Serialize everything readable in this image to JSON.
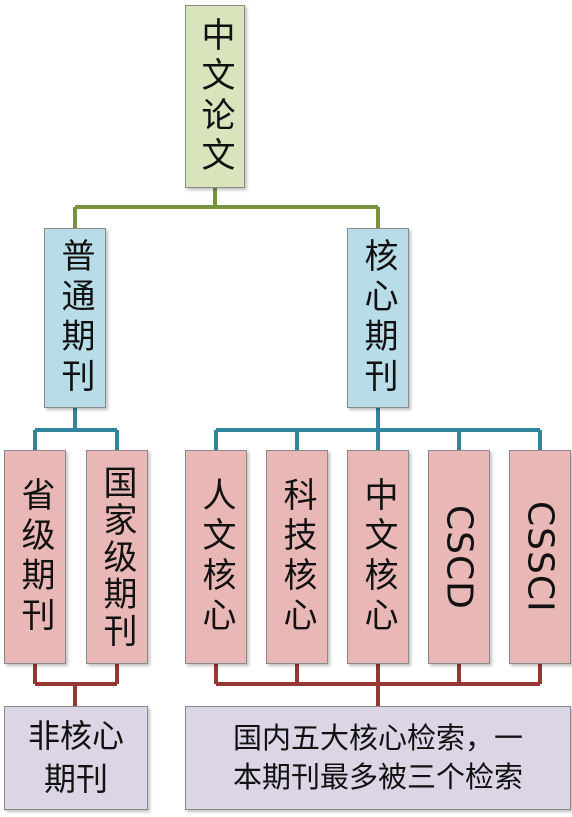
{
  "root": {
    "label": "中文论文"
  },
  "level1": {
    "ordinary": {
      "label": "普通期刊"
    },
    "core": {
      "label": "核心期刊"
    }
  },
  "ordinary_children": [
    {
      "label": "省级期刊"
    },
    {
      "label": "国家级期刊"
    }
  ],
  "core_children": [
    {
      "label": "人文核心"
    },
    {
      "label": "科技核心"
    },
    {
      "label": "中文核心"
    },
    {
      "label": "CSCD"
    },
    {
      "label": "CSSCI"
    }
  ],
  "notes": {
    "non_core": {
      "line1": "非核心",
      "line2": "期刊"
    },
    "core_summary": {
      "line1": "国内五大核心检索，一",
      "line2": "本期刊最多被三个检索"
    }
  },
  "colors": {
    "root_fill": "#d7e4bc",
    "level1_fill": "#b9dde8",
    "leaf_fill": "#e9b8b6",
    "note_fill": "#dcd5e5",
    "line_root": "#77933c",
    "line_level1": "#31859c",
    "line_leaf": "#953735"
  }
}
